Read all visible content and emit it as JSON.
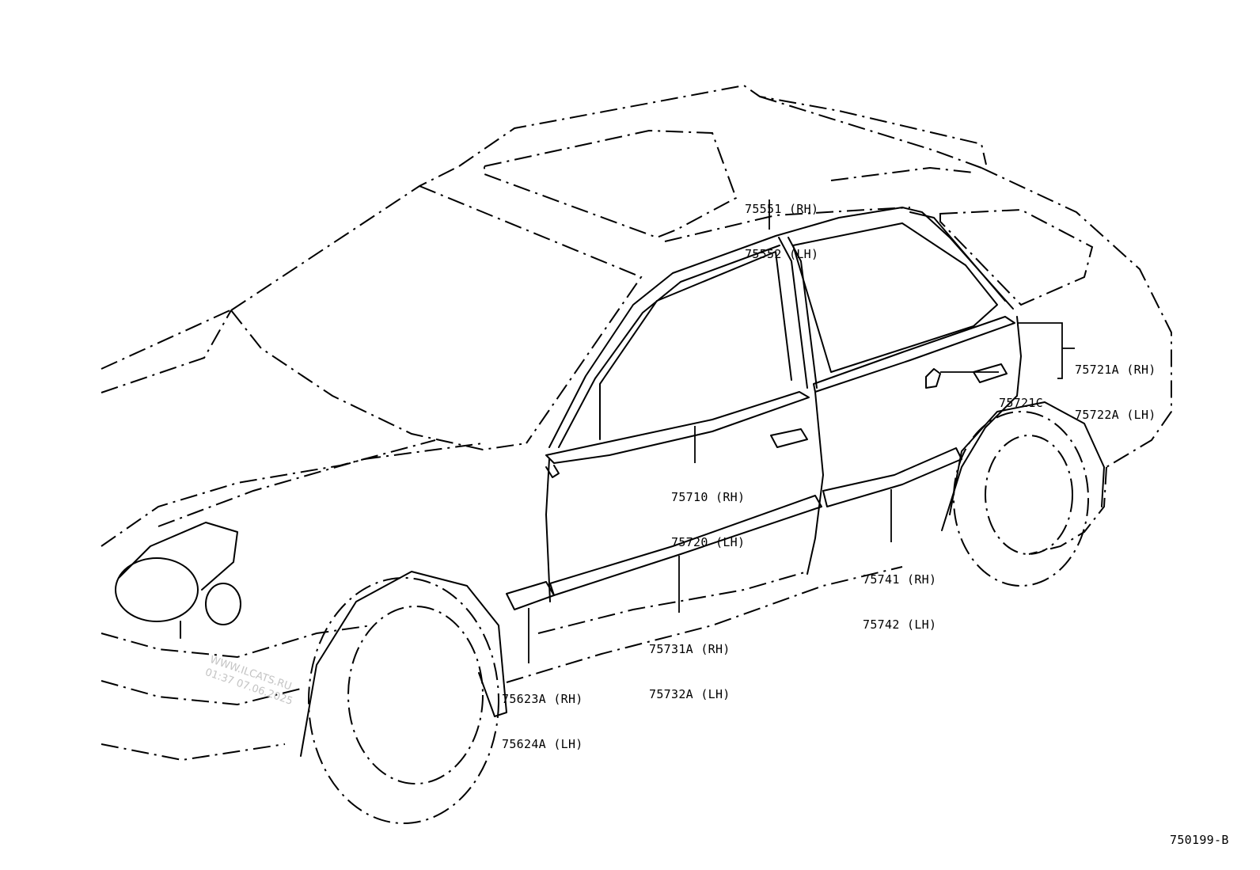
{
  "diagram_code": "750199-B",
  "watermark": {
    "site": "WWW.ILCATS.RU",
    "stamp": "01:37 07.06.2025"
  },
  "callouts": [
    {
      "id": "roof",
      "line1": "75551 (RH)",
      "line2": "75552 (LH)"
    },
    {
      "id": "rear-door-belt",
      "line1": "75721A (RH)",
      "line2": "75722A (LH)"
    },
    {
      "id": "rear-clip",
      "line1": "75721C",
      "line2": ""
    },
    {
      "id": "front-door-belt",
      "line1": "75710 (RH)",
      "line2": "75720 (LH)"
    },
    {
      "id": "rear-door-side",
      "line1": "75741 (RH)",
      "line2": "75742 (LH)"
    },
    {
      "id": "front-door-side",
      "line1": "75731A (RH)",
      "line2": "75732A (LH)"
    },
    {
      "id": "fender-side",
      "line1": "75623A (RH)",
      "line2": "75624A (LH)"
    }
  ]
}
